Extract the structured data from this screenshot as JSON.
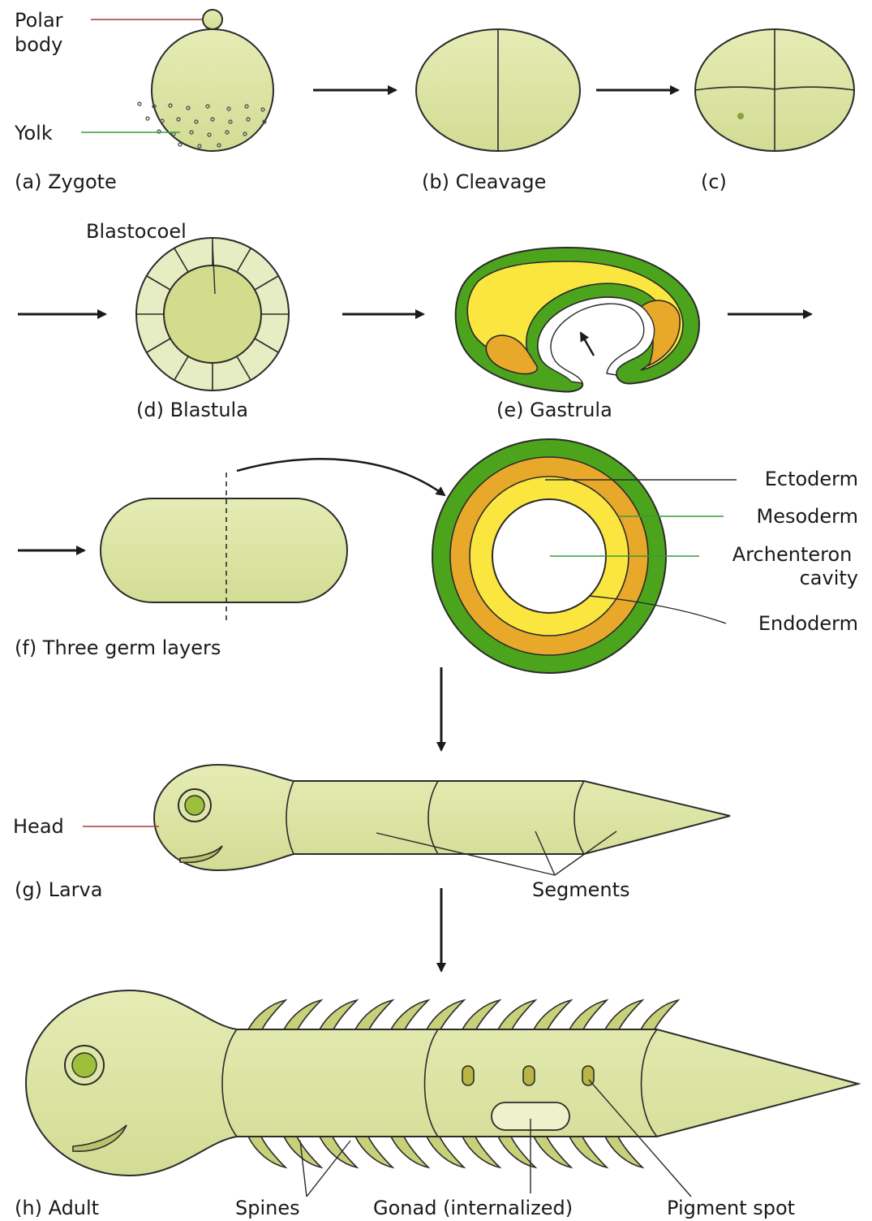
{
  "labels": {
    "polar_body": [
      "Polar",
      "body"
    ],
    "yolk": "Yolk",
    "zygote": "(a)  Zygote",
    "cleavage": "(b)  Cleavage",
    "c": "(c)",
    "blastocoel": "Blastocoel",
    "blastula": "(d)  Blastula",
    "gastrula": "(e)  Gastrula",
    "three_germ_layers": "(f)   Three germ layers",
    "ectoderm": "Ectoderm",
    "mesoderm": "Mesoderm",
    "archenteron": [
      "Archenteron",
      "cavity"
    ],
    "endoderm": "Endoderm",
    "head": "Head",
    "larva": "(g)  Larva",
    "segments": "Segments",
    "adult": "(h)  Adult",
    "spines": "Spines",
    "gonad": "Gonad (internalized)",
    "pigment_spot": "Pigment spot"
  },
  "colors": {
    "cell_fill": "#dfe7a8",
    "cell_shade": "#cfd98c",
    "ectoderm_green": "#4ca41c",
    "mesoderm_orange": "#e8a92a",
    "endoderm_yellow": "#fbe640",
    "outline": "#2b2b2b"
  }
}
